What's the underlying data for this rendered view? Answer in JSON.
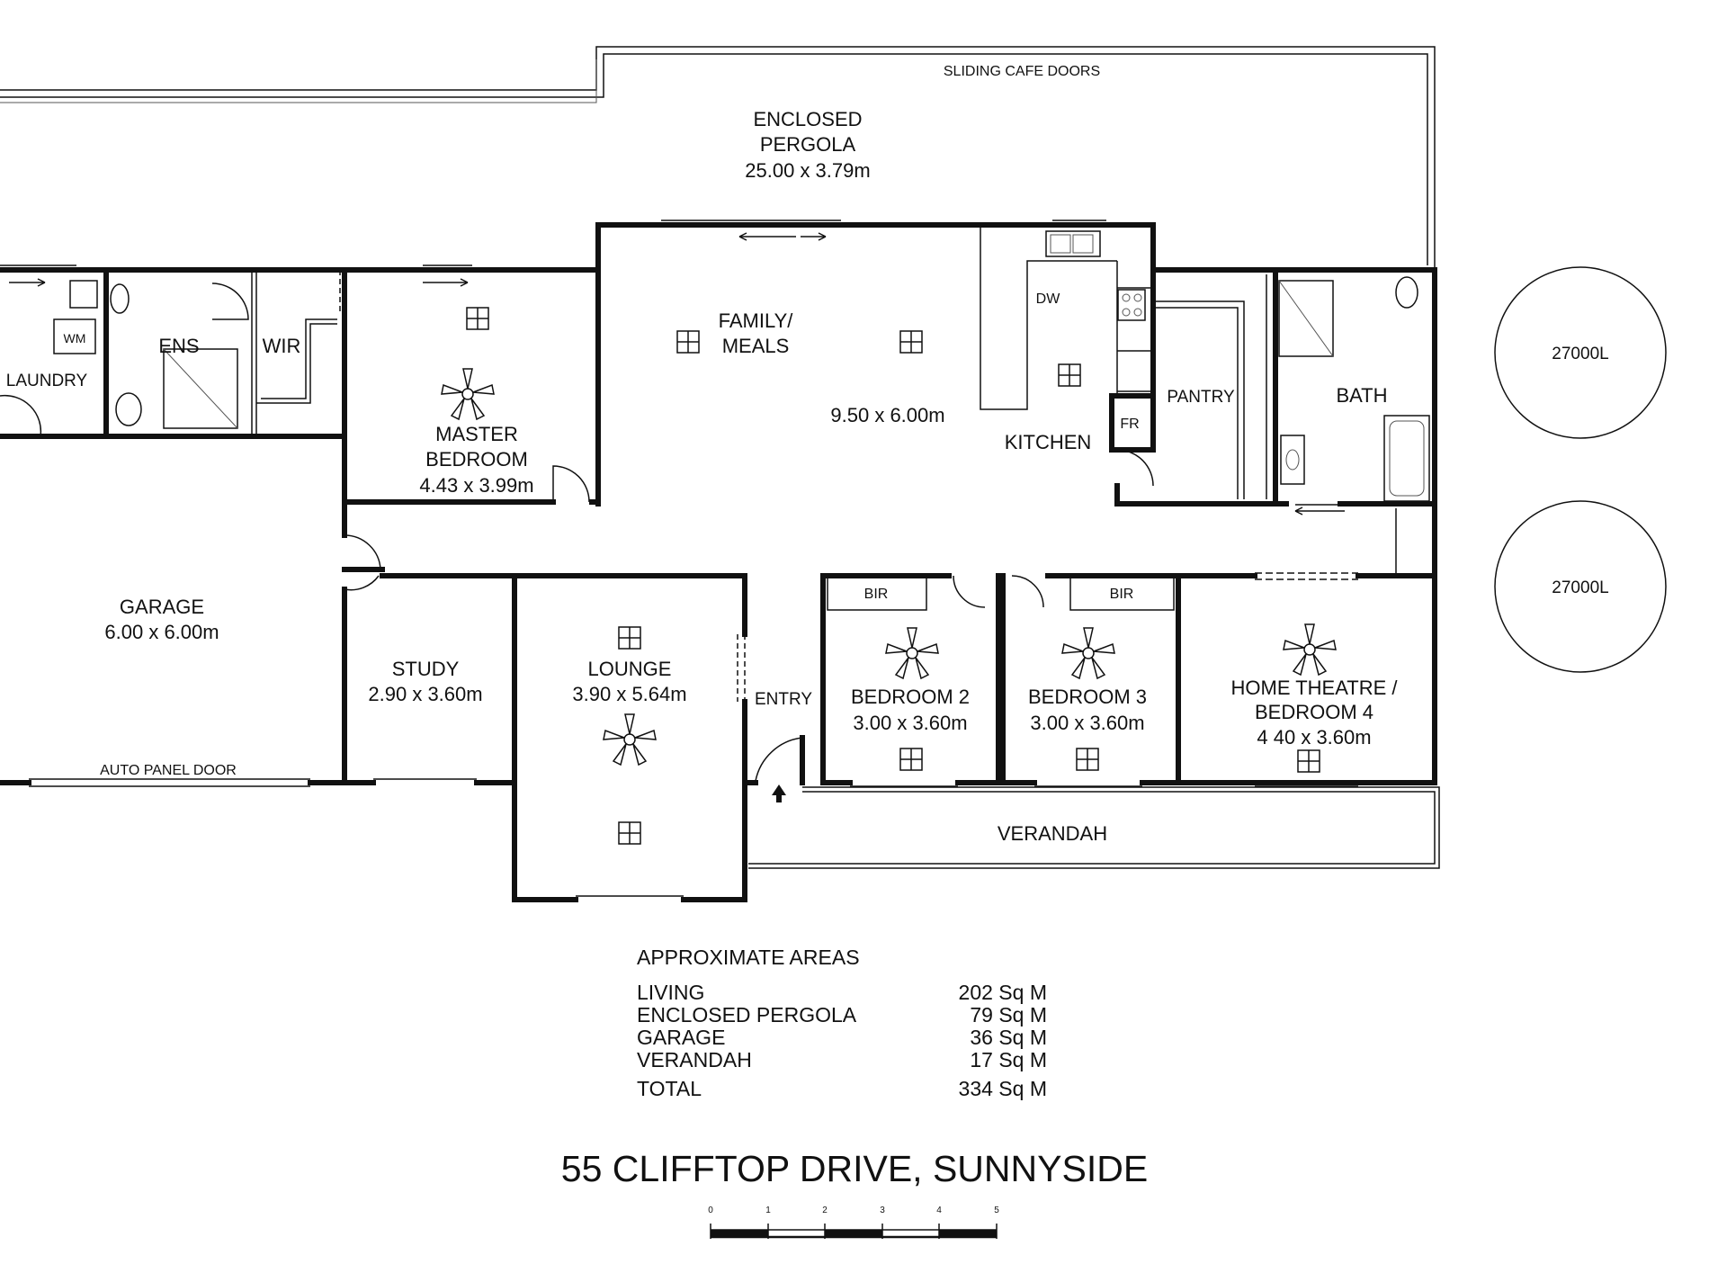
{
  "rooms": {
    "sliding_doors": "SLIDING CAFE DOORS",
    "pergola_name_1": "ENCLOSED",
    "pergola_name_2": "PERGOLA",
    "pergola_size": "25.00 x 3.79m",
    "laundry": "LAUNDRY",
    "wm": "WM",
    "ens": "ENS",
    "wir": "WIR",
    "master_1": "MASTER",
    "master_2": "BEDROOM",
    "master_size": "4.43 x 3.99m",
    "family_1": "FAMILY/",
    "family_2": "MEALS",
    "family_size": "9.50 x 6.00m",
    "dw": "DW",
    "kitchen": "KITCHEN",
    "fr": "FR",
    "pantry": "PANTRY",
    "bath": "BATH",
    "tank_1": "27000L",
    "tank_2": "27000L",
    "garage": "GARAGE",
    "garage_size": "6.00 x 6.00m",
    "auto_door": "AUTO PANEL DOOR",
    "study": "STUDY",
    "study_size": "2.90 x 3.60m",
    "lounge": "LOUNGE",
    "lounge_size": "3.90 x 5.64m",
    "entry": "ENTRY",
    "bir_1": "BIR",
    "bir_2": "BIR",
    "bed2": "BEDROOM 2",
    "bed2_size": "3.00 x 3.60m",
    "bed3": "BEDROOM 3",
    "bed3_size": "3.00 x 3.60m",
    "theatre_1": "HOME THEATRE /",
    "theatre_2": "BEDROOM 4",
    "theatre_size": "4 40 x 3.60m",
    "verandah": "VERANDAH"
  },
  "areas": {
    "heading": "APPROXIMATE AREAS",
    "rows": [
      {
        "label": "LIVING",
        "value": "202 Sq M"
      },
      {
        "label": "ENCLOSED PERGOLA",
        "value": "79 Sq M"
      },
      {
        "label": "GARAGE",
        "value": "36 Sq M"
      },
      {
        "label": "VERANDAH",
        "value": "17 Sq M"
      }
    ],
    "total_label": "TOTAL",
    "total_value": "334 Sq M"
  },
  "title": "55 CLIFFTOP DRIVE, SUNNYSIDE",
  "scale": [
    "0",
    "1",
    "2",
    "3",
    "4",
    "5"
  ]
}
